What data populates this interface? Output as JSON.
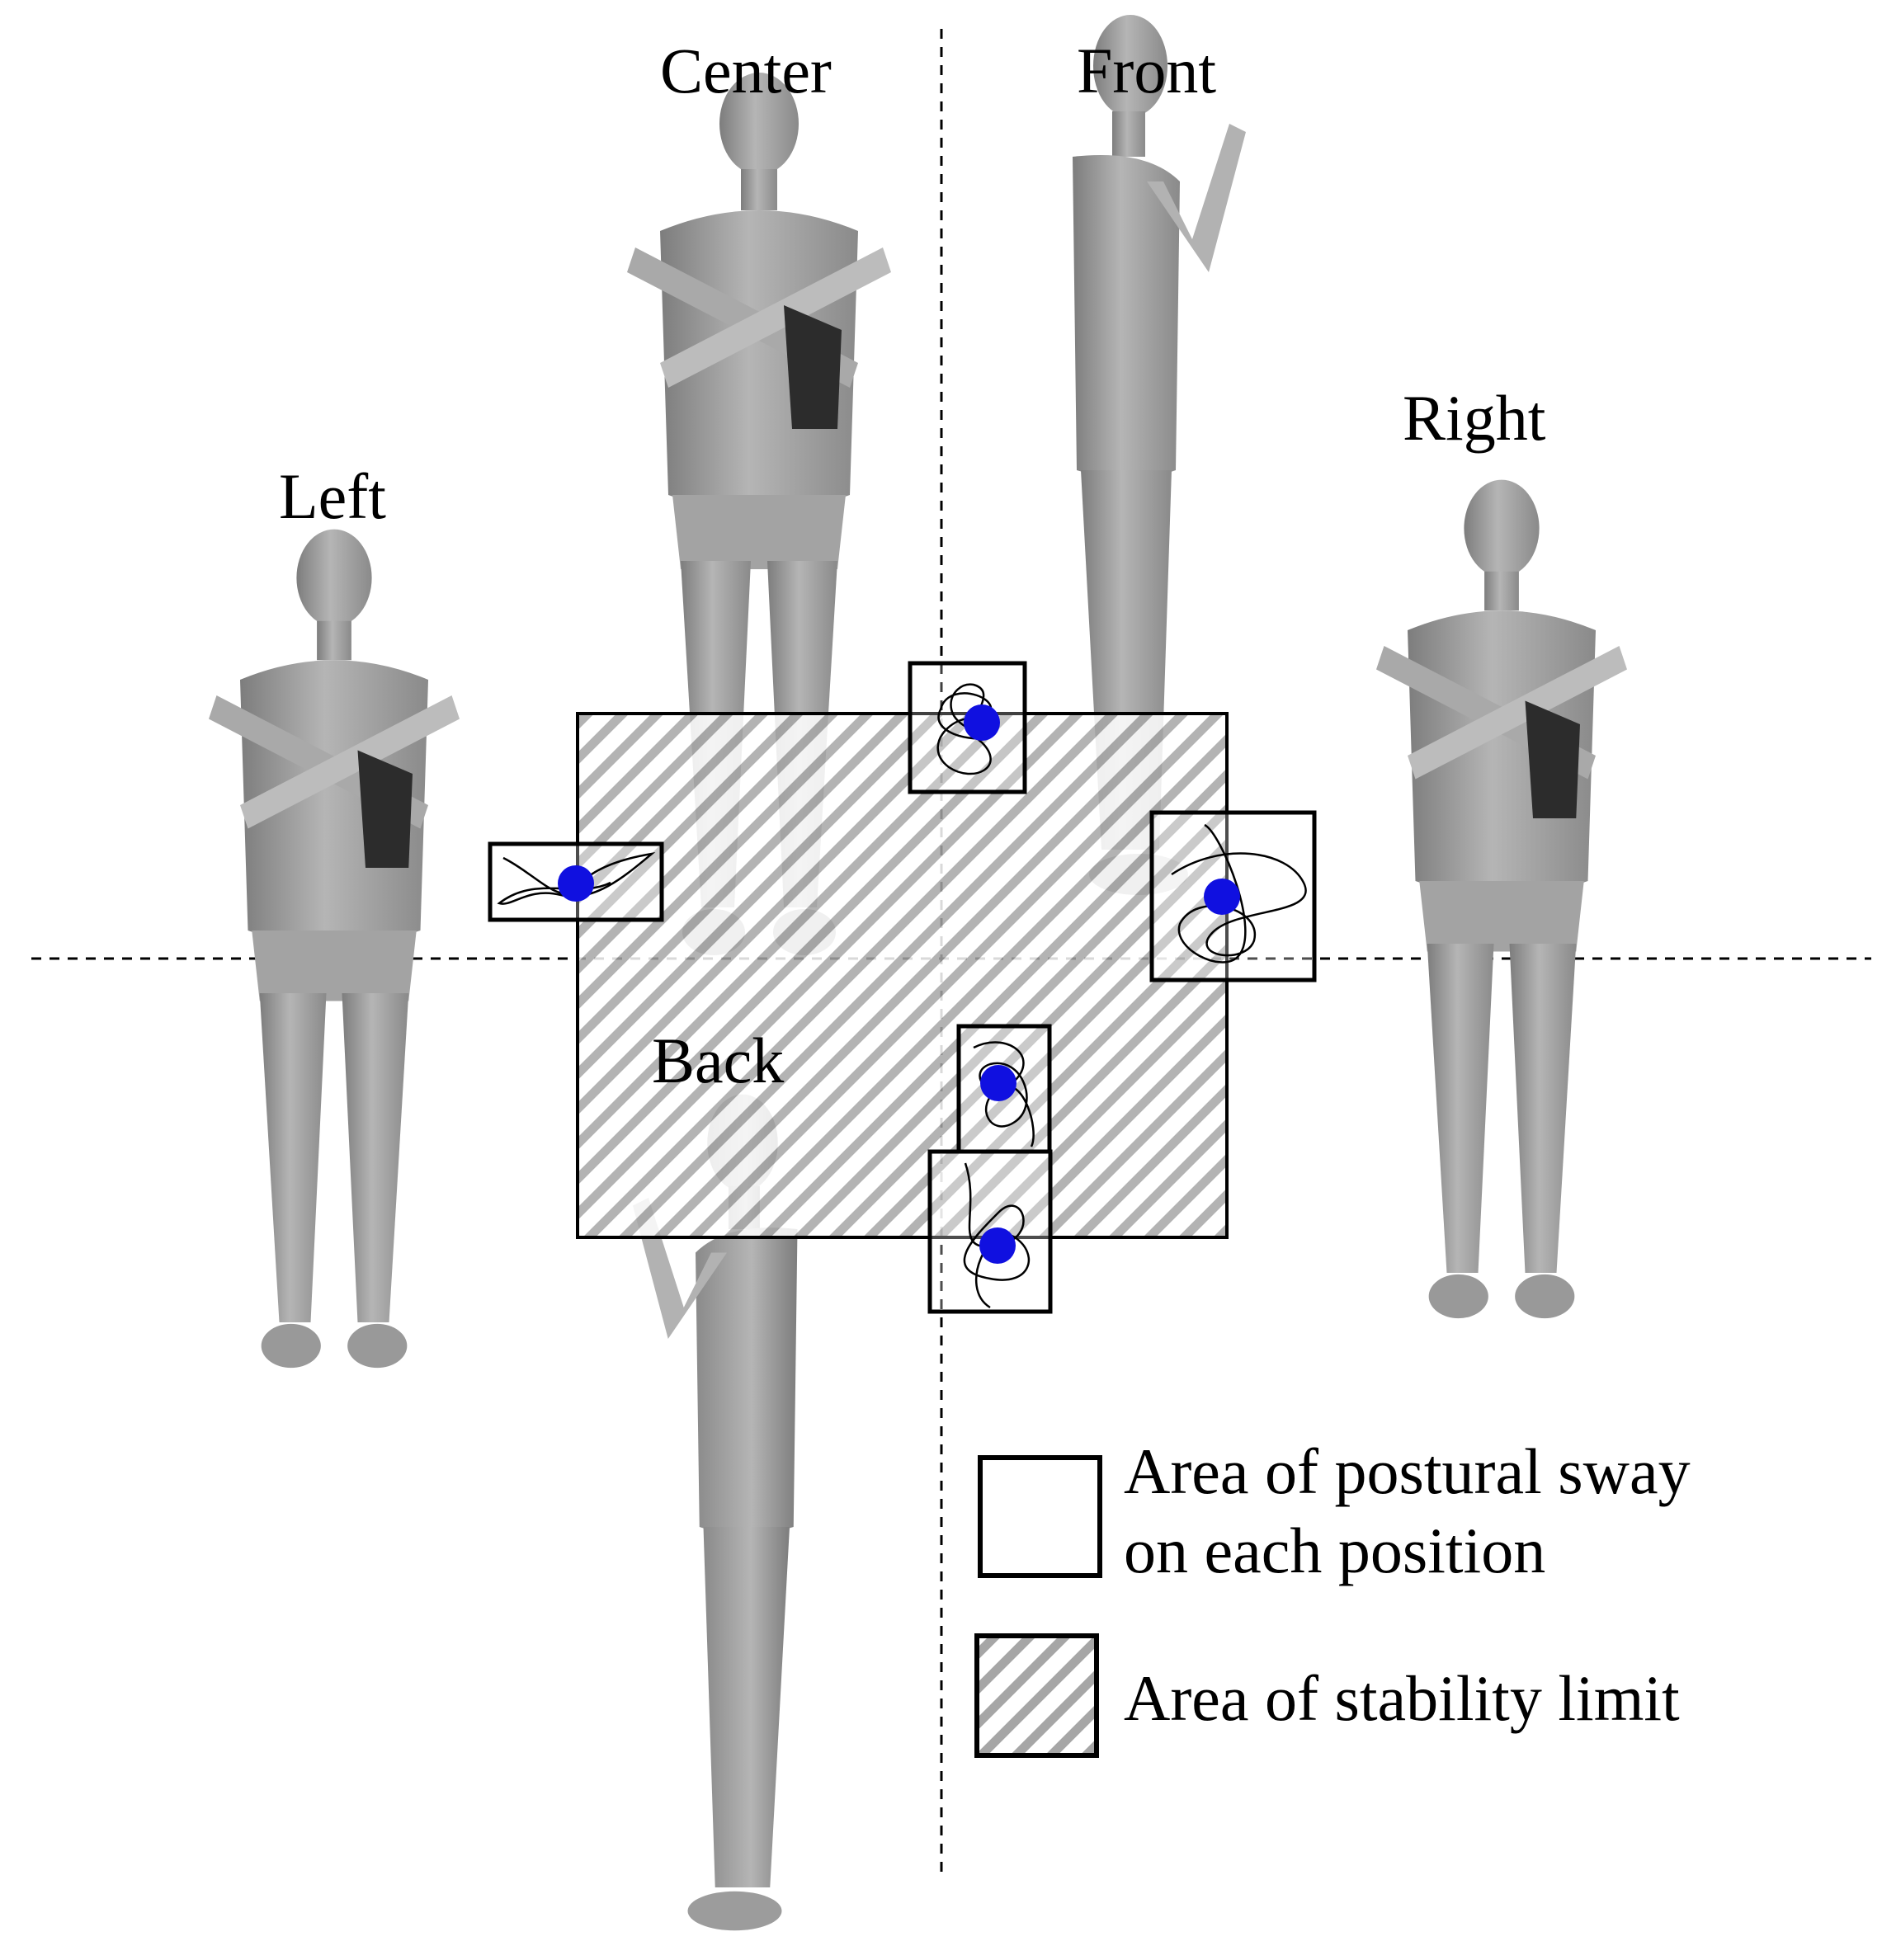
{
  "labels": {
    "center": "Center",
    "front": "Front",
    "left": "Left",
    "right": "Right",
    "back": "Back"
  },
  "legend": {
    "sway_line1": "Area of postural sway",
    "sway_line2": "on each position",
    "stability": "Area of stability limit"
  },
  "colors": {
    "cop_marker": "#1010e0",
    "hatch": "#9a9a9a",
    "figure": "#9b9b9b",
    "line": "#000000"
  }
}
